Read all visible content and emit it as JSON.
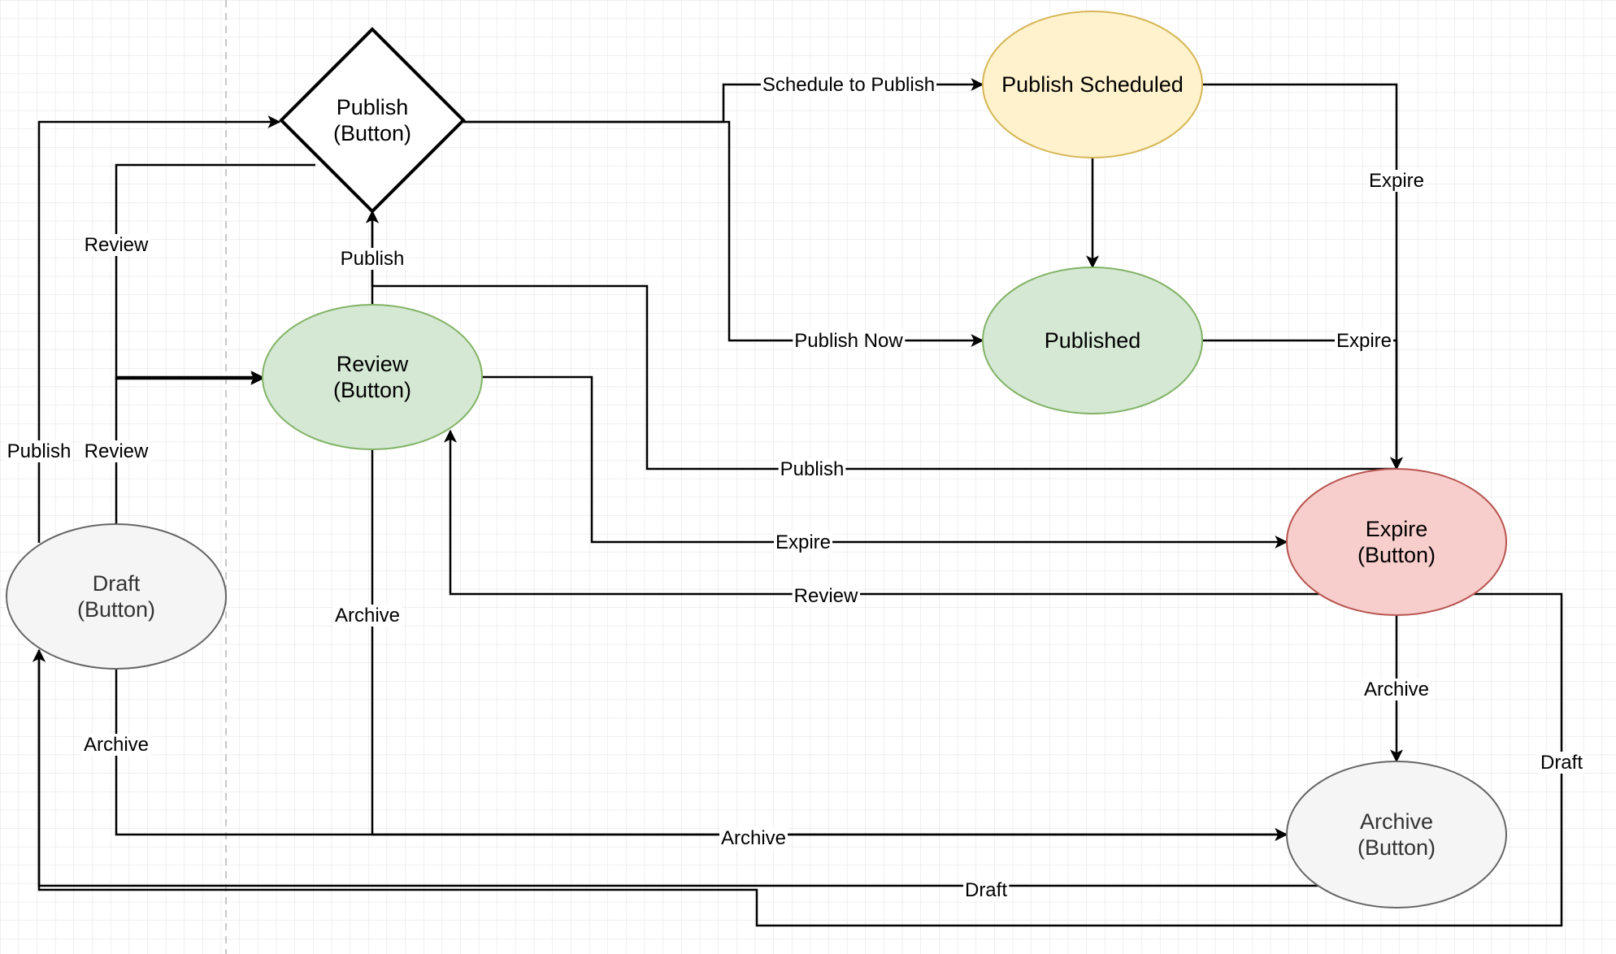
{
  "diagram": {
    "colors": {
      "grid_line": "#e0e0e0",
      "divider": "#c8c8c8",
      "edge": "#000000",
      "draft_fill": "#f5f5f5",
      "draft_stroke": "#666666",
      "draft_text": "#333333",
      "review_fill": "#d5e8d4",
      "review_stroke": "#82b366",
      "published_fill": "#d5e8d4",
      "published_stroke": "#82b366",
      "scheduled_fill": "#fff2cc",
      "scheduled_stroke": "#d6b656",
      "expire_fill": "#f8cecc",
      "expire_stroke": "#b85450",
      "archive_fill": "#f5f5f5",
      "archive_stroke": "#666666",
      "archive_text": "#333333",
      "decision_fill": "#ffffff",
      "decision_stroke": "#000000"
    },
    "nodes": [
      {
        "id": "draft",
        "shape": "ellipse",
        "lines": [
          "Draft",
          "(Button)"
        ]
      },
      {
        "id": "review",
        "shape": "ellipse",
        "lines": [
          "Review",
          "(Button)"
        ]
      },
      {
        "id": "publish",
        "shape": "diamond",
        "lines": [
          "Publish",
          "(Button)"
        ]
      },
      {
        "id": "scheduled",
        "shape": "ellipse",
        "lines": [
          "Publish Scheduled"
        ]
      },
      {
        "id": "published",
        "shape": "ellipse",
        "lines": [
          "Published"
        ]
      },
      {
        "id": "expire",
        "shape": "ellipse",
        "lines": [
          "Expire",
          "(Button)"
        ]
      },
      {
        "id": "archive",
        "shape": "ellipse",
        "lines": [
          "Archive",
          "(Button)"
        ]
      }
    ],
    "edges": [
      {
        "id": "e1",
        "from": "draft",
        "to": "publish",
        "label": "Publish"
      },
      {
        "id": "e2",
        "from": "draft",
        "to": "review",
        "label": "Review"
      },
      {
        "id": "e3",
        "from": "publish",
        "to": "review",
        "label": "Review"
      },
      {
        "id": "e4",
        "from": "review",
        "to": "publish",
        "label": "Publish"
      },
      {
        "id": "e5",
        "from": "publish",
        "to": "scheduled",
        "label": "Schedule to Publish"
      },
      {
        "id": "e6",
        "from": "publish",
        "to": "published",
        "label": "Publish Now"
      },
      {
        "id": "e7",
        "from": "scheduled",
        "to": "published",
        "label": ""
      },
      {
        "id": "e8",
        "from": "scheduled",
        "to": "expire",
        "label": "Expire"
      },
      {
        "id": "e9",
        "from": "published",
        "to": "expire",
        "label": "Expire"
      },
      {
        "id": "e10",
        "from": "expire",
        "to": "publish",
        "label": "Publish"
      },
      {
        "id": "e11",
        "from": "review",
        "to": "expire",
        "label": "Expire"
      },
      {
        "id": "e12",
        "from": "expire",
        "to": "review",
        "label": "Review"
      },
      {
        "id": "e13",
        "from": "review",
        "to": "archive",
        "label": "Archive"
      },
      {
        "id": "e14",
        "from": "draft",
        "to": "archive",
        "label": "Archive"
      },
      {
        "id": "e15",
        "from": "expire",
        "to": "archive",
        "label": "Archive"
      },
      {
        "id": "e16",
        "from": "archive",
        "to": "draft",
        "label": "Draft"
      },
      {
        "id": "e17",
        "from": "expire",
        "to": "draft",
        "label": "Draft"
      }
    ]
  }
}
